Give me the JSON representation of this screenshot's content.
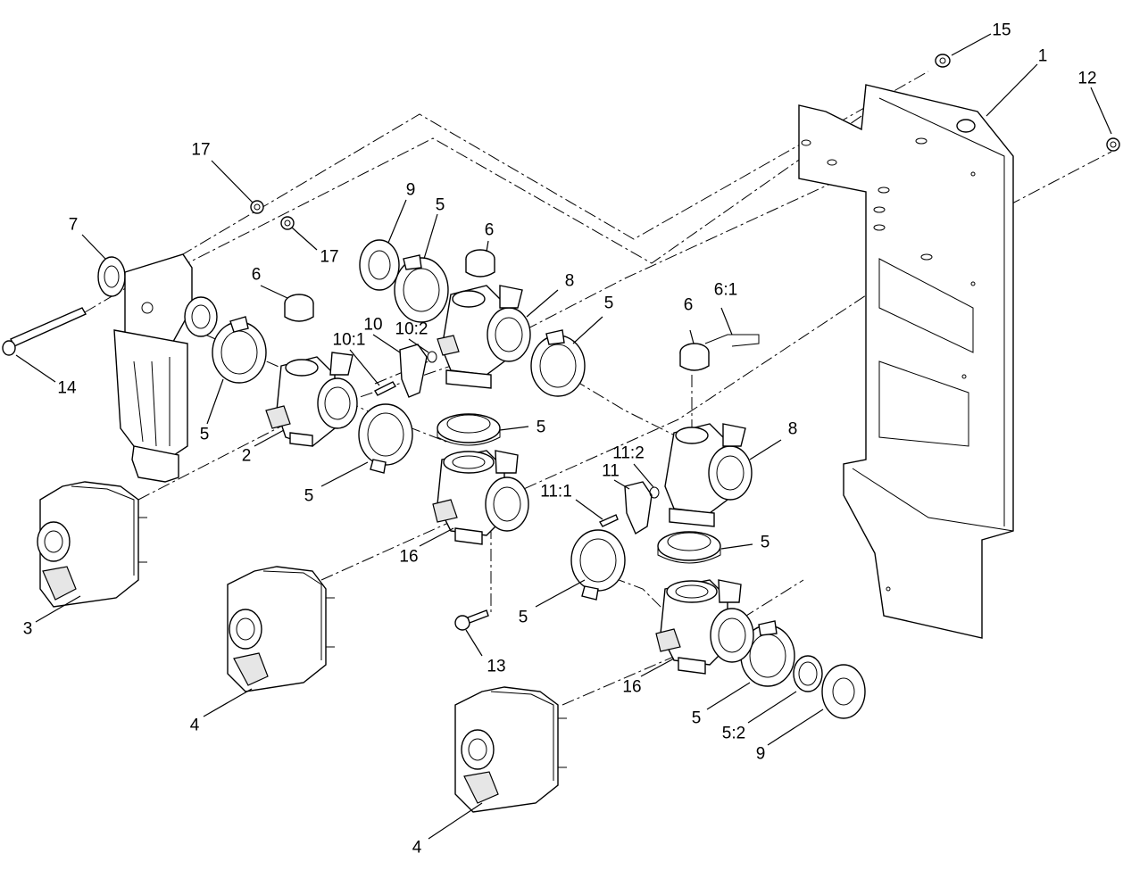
{
  "callouts": [
    {
      "id": "c15",
      "label": "15"
    },
    {
      "id": "c1",
      "label": "1"
    },
    {
      "id": "c12",
      "label": "12"
    },
    {
      "id": "c17a",
      "label": "17"
    },
    {
      "id": "c17b",
      "label": "17"
    },
    {
      "id": "c7",
      "label": "7"
    },
    {
      "id": "c14",
      "label": "14"
    },
    {
      "id": "c9a",
      "label": "9"
    },
    {
      "id": "c5a",
      "label": "5"
    },
    {
      "id": "c6a",
      "label": "6"
    },
    {
      "id": "c6b",
      "label": "6"
    },
    {
      "id": "c8a",
      "label": "8"
    },
    {
      "id": "c5b",
      "label": "5"
    },
    {
      "id": "c10",
      "label": "10"
    },
    {
      "id": "c10_2",
      "label": "10:2"
    },
    {
      "id": "c10_1",
      "label": "10:1"
    },
    {
      "id": "c5c",
      "label": "5"
    },
    {
      "id": "c2",
      "label": "2"
    },
    {
      "id": "c5d",
      "label": "5"
    },
    {
      "id": "c5e",
      "label": "5"
    },
    {
      "id": "c6c",
      "label": "6"
    },
    {
      "id": "c6_1",
      "label": "6:1"
    },
    {
      "id": "c8b",
      "label": "8"
    },
    {
      "id": "c11_2",
      "label": "11:2"
    },
    {
      "id": "c11",
      "label": "11"
    },
    {
      "id": "c11_1",
      "label": "11:1"
    },
    {
      "id": "c5f",
      "label": "5"
    },
    {
      "id": "c16a",
      "label": "16"
    },
    {
      "id": "c3",
      "label": "3"
    },
    {
      "id": "c4a",
      "label": "4"
    },
    {
      "id": "c13",
      "label": "13"
    },
    {
      "id": "c5g",
      "label": "5"
    },
    {
      "id": "c16b",
      "label": "16"
    },
    {
      "id": "c5h",
      "label": "5"
    },
    {
      "id": "c5_2",
      "label": "5:2"
    },
    {
      "id": "c9b",
      "label": "9"
    },
    {
      "id": "c4b",
      "label": "4"
    }
  ]
}
